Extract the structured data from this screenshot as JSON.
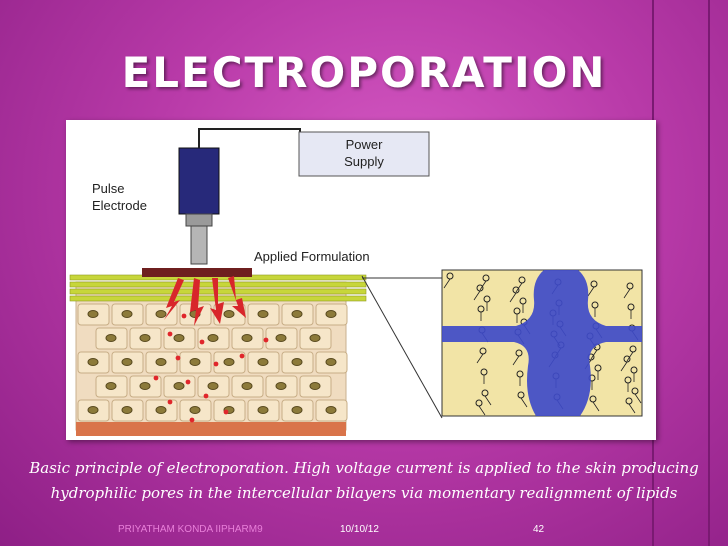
{
  "slide": {
    "title": "ELECTROPORATION",
    "caption_line1": "Basic principle of electroporation. High voltage current is applied to the skin producing",
    "caption_line2": "hydrophilic pores in the intercellular bilayers via momentary realignment of lipids",
    "colors": {
      "background": "#b83aa8",
      "title": "#ffffff"
    }
  },
  "figure": {
    "labels": {
      "power_supply_line1": "Power",
      "power_supply_line2": "Supply",
      "pulse_line1": "Pulse",
      "pulse_line2": "Electrode",
      "applied_formulation": "Applied Formulation"
    }
  },
  "footer": {
    "author": "PRIYATHAM KONDA IIPHARM9",
    "date": "10/10/12",
    "page": "42"
  }
}
